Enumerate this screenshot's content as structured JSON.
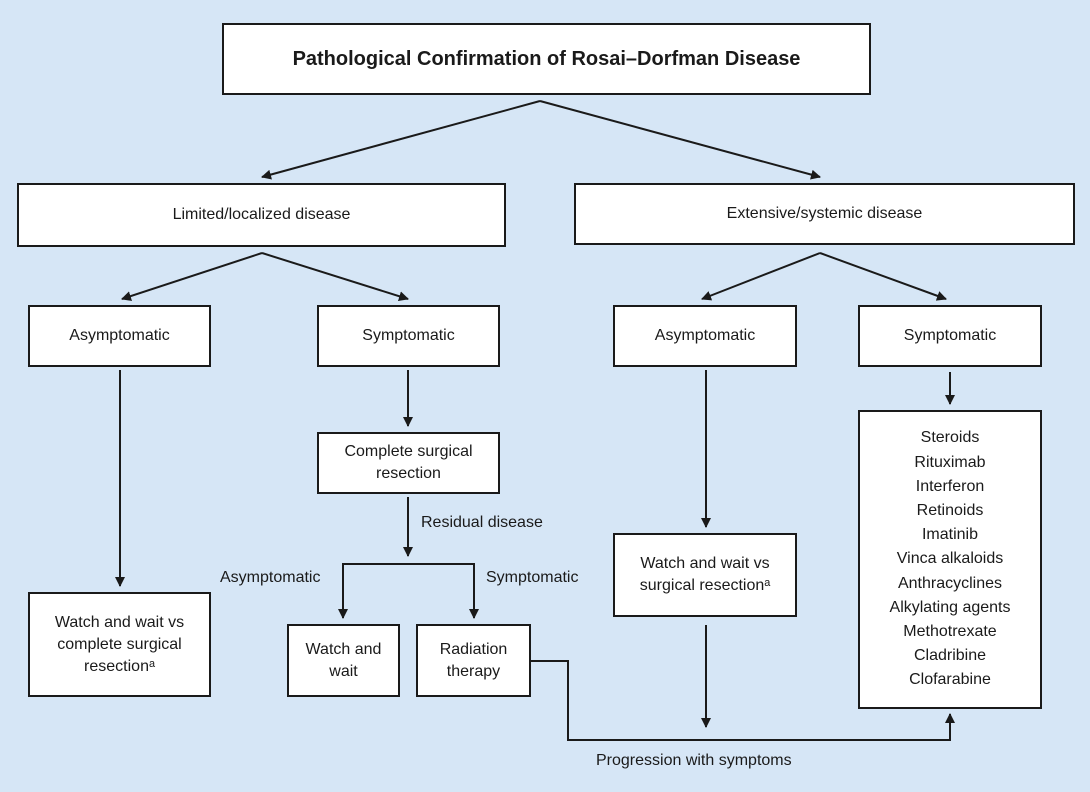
{
  "title": "Pathological Confirmation of Rosai–Dorfman Disease",
  "branches": {
    "limited": "Limited/localized disease",
    "extensive": "Extensive/systemic disease"
  },
  "limited": {
    "asymptomatic": "Asymptomatic",
    "symptomatic": "Symptomatic",
    "asymptomatic_outcome": "Watch and wait vs\ncomplete surgical\nresectionᵃ",
    "surgery": "Complete surgical\nresection",
    "residual_label": "Residual disease",
    "residual_asymptomatic_label": "Asymptomatic",
    "residual_symptomatic_label": "Symptomatic",
    "watch_wait": "Watch and\nwait",
    "radiation": "Radiation\ntherapy"
  },
  "extensive": {
    "asymptomatic": "Asymptomatic",
    "symptomatic": "Symptomatic",
    "asymptomatic_outcome": "Watch and wait vs\nsurgical resectionᵃ",
    "treatments": [
      "Steroids",
      "Rituximab",
      "Interferon",
      "Retinoids",
      "Imatinib",
      "Vinca alkaloids",
      "Anthracyclines",
      "Alkylating agents",
      "Methotrexate",
      "Cladribine",
      "Clofarabine"
    ]
  },
  "progression_label": "Progression with symptoms"
}
